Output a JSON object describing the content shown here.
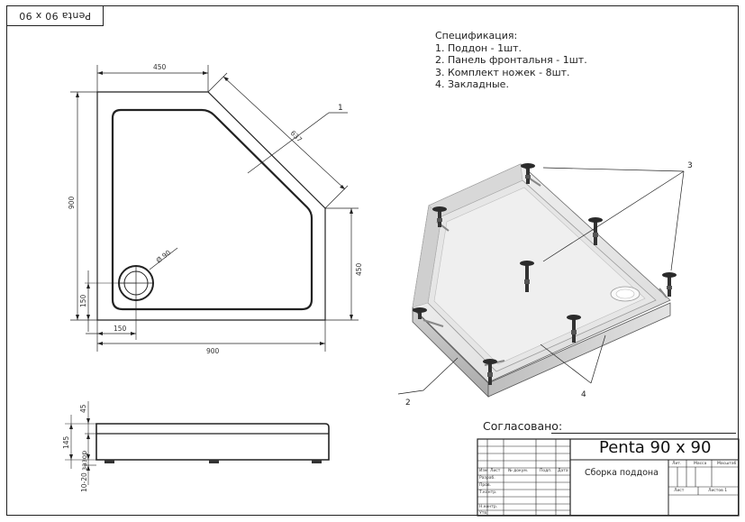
{
  "stamp": "Penta 90 x 90",
  "spec": {
    "title": "Спецификация:",
    "items": [
      "1. Поддон - 1шт.",
      "2. Панель фронтальня - 1шт.",
      "3. Комплект ножек - 8шт.",
      "4. Закладные."
    ]
  },
  "dimensions": {
    "top_width": "450",
    "diagonal": "637",
    "left_height": "900",
    "right_height": "450",
    "bottom_width": "900",
    "drain_offset_x": "150",
    "drain_offset_y": "150",
    "drain_diameter": "Ø 90",
    "side_top": "45",
    "side_total": "145",
    "side_gap": "10-20 зазор"
  },
  "callouts": {
    "c1": "1",
    "c2": "2",
    "c3": "3",
    "c4": "4"
  },
  "titleblock": {
    "agreed_label": "Согласовано:",
    "title": "Penta 90 x 90",
    "subtitle": "Сборка поддона",
    "col_izm": "Изм",
    "col_list": "Лист",
    "col_ndoc": "№ докум.",
    "col_podp": "Подп.",
    "col_data": "Дата",
    "row_razrab": "Разраб.",
    "row_prov": "Пров.",
    "row_tkontr": "Т.контр.",
    "row_nkontr": "Н.контр.",
    "row_utv": "Утв.",
    "lit": "Лит.",
    "massa": "Масса",
    "masshtab": "Масштаб",
    "list": "Лист",
    "listov": "Листов 1"
  }
}
